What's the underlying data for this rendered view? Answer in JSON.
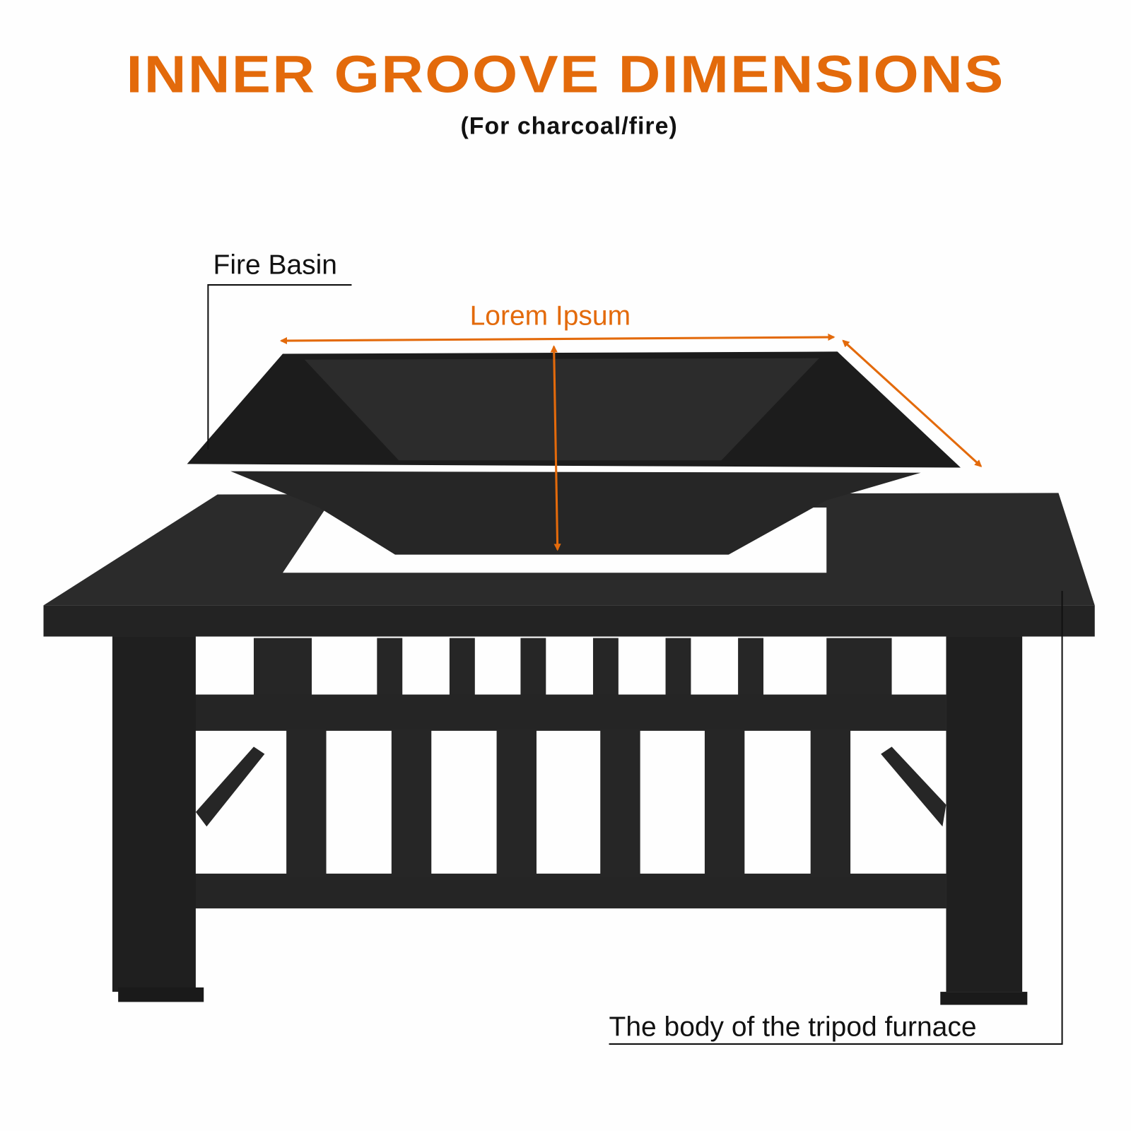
{
  "title": "INNER GROOVE DIMENSIONS",
  "subtitle": "(For charcoal/fire)",
  "labels": {
    "fire_basin": "Fire Basin",
    "dimension": "Lorem Ipsum",
    "body": "The body of the tripod furnace"
  },
  "colors": {
    "accent": "#e36a0b",
    "metal": "#2a2a2a",
    "text": "#111111"
  }
}
